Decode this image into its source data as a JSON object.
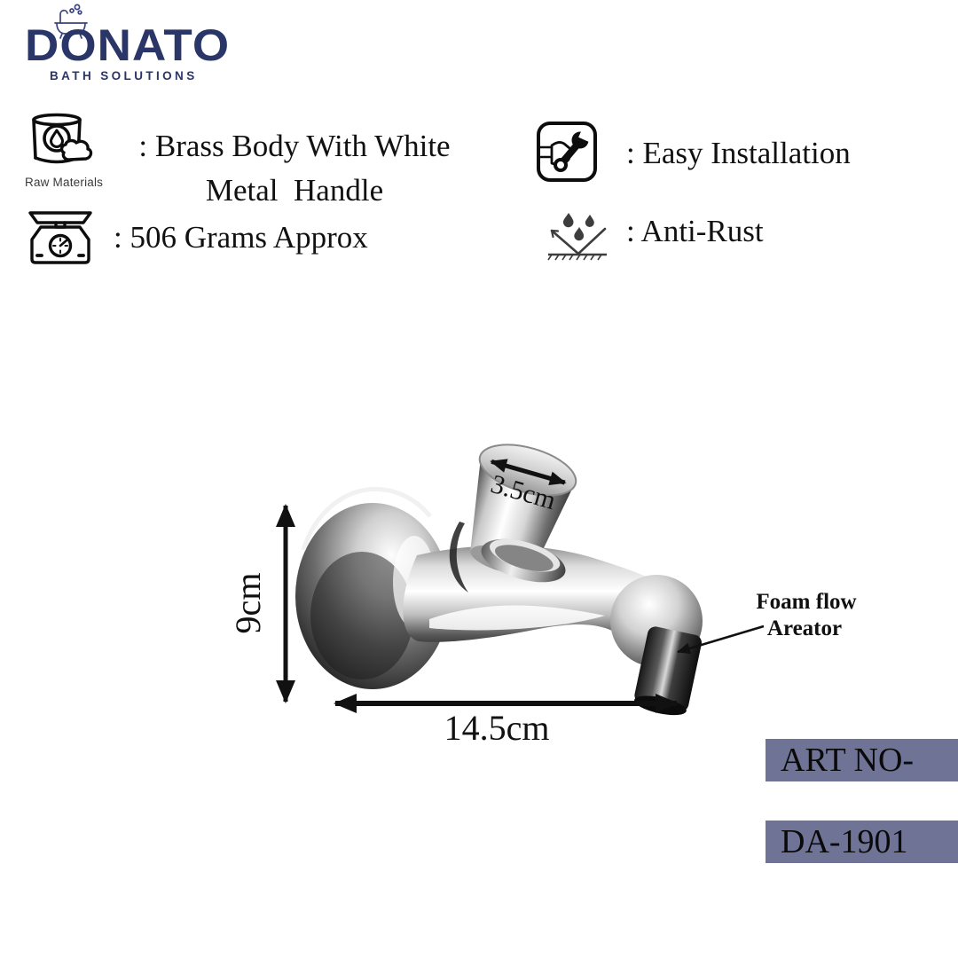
{
  "logo": {
    "brand": "DONATO",
    "tagline": "BATH SOLUTIONS"
  },
  "features": {
    "raw_materials": {
      "caption": "Raw Materials",
      "line1": ": Brass Body With White",
      "line2": "Metal  Handle"
    },
    "weight": {
      "text": ": 506 Grams Approx"
    },
    "installation": {
      "text": ": Easy Installation"
    },
    "anti_rust": {
      "text": ": Anti-Rust"
    }
  },
  "figure": {
    "handle_diameter": "3.5cm",
    "height": "9cm",
    "length": "14.5cm",
    "aerator_note_line1": "Foam flow",
    "aerator_note_line2": "Areator"
  },
  "art_no": {
    "label": "ART NO-",
    "value": "DA-1901"
  },
  "colors": {
    "brand_navy": "#2b3668",
    "badge_slate": "#6f7496",
    "ink": "#111111"
  }
}
